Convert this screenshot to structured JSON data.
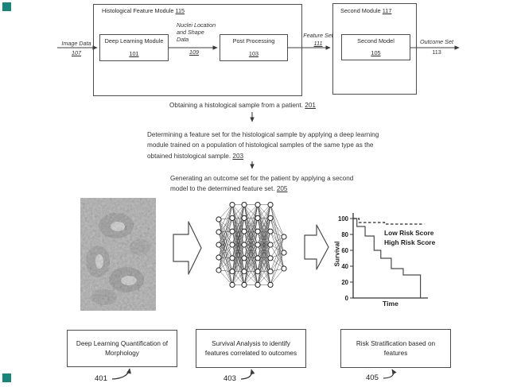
{
  "module_diagram": {
    "outer_title": "Histological Feature Module",
    "outer_num": "115",
    "dl_label": "Deep Learning Module",
    "dl_num": "101",
    "post_label": "Post Processing",
    "post_num": "103",
    "second_title": "Second Module",
    "second_num": "117",
    "model_label": "Second Model",
    "model_num": "105",
    "image_data_label": "Image Data",
    "image_data_num": "107",
    "nuclei_line1": "Nuclei Location",
    "nuclei_line2": "and Shape",
    "nuclei_line3": "Data",
    "nuclei_num": "109",
    "feature_label": "Feature Set",
    "feature_num": "111",
    "outcome_label": "Outcome Set",
    "outcome_num": "113"
  },
  "steps": {
    "s201": {
      "line1": "Obtaining a histological sample from a patient.",
      "num": "201"
    },
    "s203": {
      "line1": "Determining a feature set for the histological sample by applying a deep learning",
      "line2": "module trained on a population of histological samples of the same type as the",
      "line3": "obtained histological sample.",
      "num": "203"
    },
    "s205": {
      "line1": "Generating an outcome set for the patient by applying a second",
      "line2": "model to the determined feature set.",
      "num": "205"
    }
  },
  "pipeline": {
    "box401": "Deep Learning Quantification of Morphology",
    "num401": "401",
    "box403": "Survival Analysis to identify features correlated to outcomes",
    "num403": "403",
    "box405": "Risk Stratification based on features",
    "num405": "405"
  },
  "chart_data": {
    "type": "line",
    "title": "",
    "xlabel": "Time",
    "ylabel": "Survival",
    "ylim": [
      0,
      100
    ],
    "yticks": [
      0,
      20,
      40,
      60,
      80,
      100
    ],
    "grid": false,
    "legend": [
      "Low Risk Score",
      "High Risk Score"
    ],
    "legend_position": "inside-upper-right",
    "series": [
      {
        "name": "Low Risk Score",
        "style": "dashed",
        "step": true,
        "x": [
          0,
          0.08,
          0.42,
          0.95
        ],
        "y": [
          100,
          95,
          93,
          93
        ]
      },
      {
        "name": "High Risk Score",
        "style": "solid",
        "step": true,
        "x": [
          0,
          0.05,
          0.16,
          0.28,
          0.37,
          0.51,
          0.67,
          0.9
        ],
        "y": [
          100,
          90,
          78,
          60,
          50,
          37,
          29,
          0
        ]
      }
    ]
  },
  "nn": {
    "layers": [
      5,
      7,
      7,
      7,
      7,
      3
    ]
  },
  "colors": {
    "line": "#3f3f3f",
    "text": "#2a2a2a",
    "teal_marker": "#14867c"
  }
}
